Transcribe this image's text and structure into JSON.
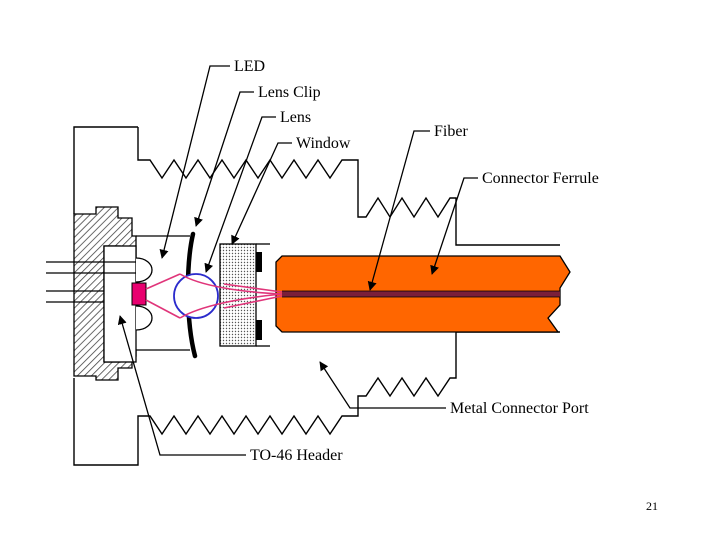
{
  "labels": {
    "led": "LED",
    "lens_clip": "Lens Clip",
    "lens": "Lens",
    "window": "Window",
    "fiber": "Fiber",
    "connector_ferrule": "Connector Ferrule",
    "metal_connector_port": "Metal Connector Port",
    "to46_header": "TO-46 Header"
  },
  "page_number": "21",
  "colors": {
    "ferrule": "#ff6600",
    "fiber_core": "#7a1f3a",
    "led_chip": "#e8006f",
    "light_rays": "#e0357a",
    "lens": "#2b2bcc",
    "hatch": "#444444"
  }
}
